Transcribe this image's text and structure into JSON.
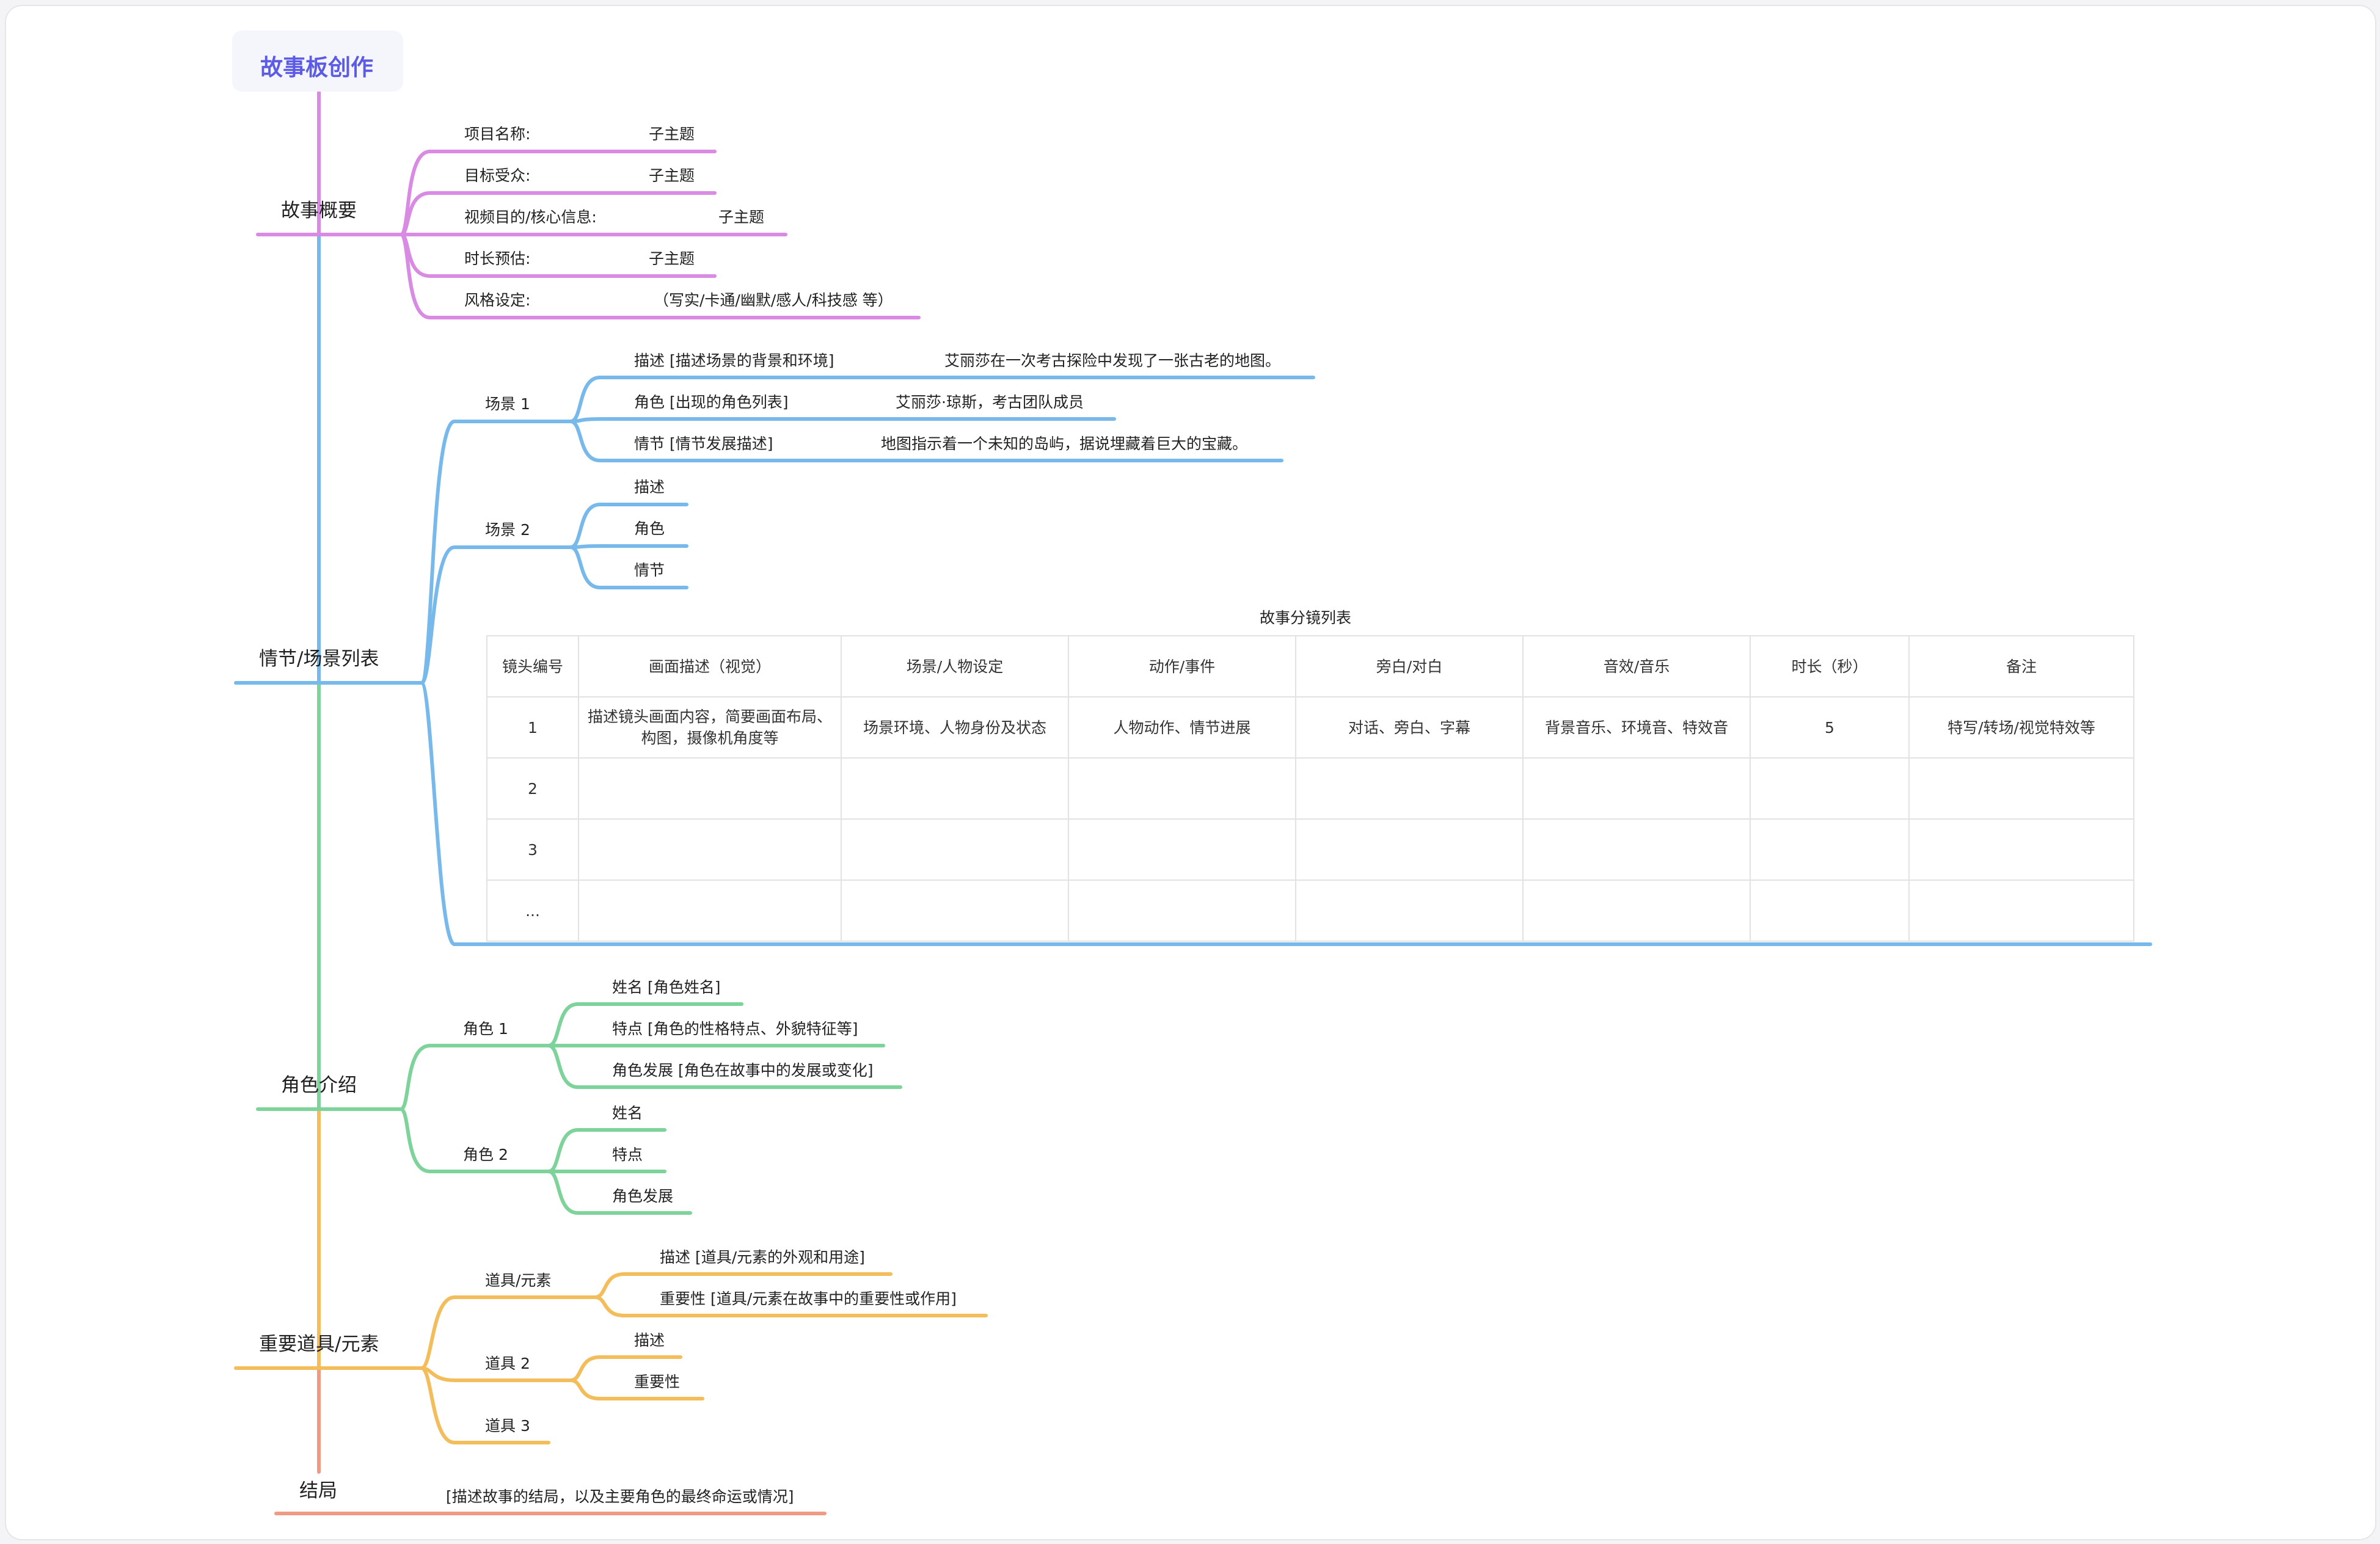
{
  "title": "故事板创作",
  "colors": {
    "pink": "#d98be3",
    "blue": "#78b9ec",
    "green": "#7ed39a",
    "orange": "#f3bd5c",
    "salmon": "#ef9b84",
    "title": "#5b5be6"
  },
  "overview": {
    "label": "故事概要",
    "items": [
      {
        "label": "项目名称:",
        "value": "子主题"
      },
      {
        "label": "目标受众:",
        "value": "子主题"
      },
      {
        "label": "视频目的/核心信息:",
        "value": "子主题"
      },
      {
        "label": "时长预估:",
        "value": "子主题"
      },
      {
        "label": "风格设定:",
        "value": "（写实/卡通/幽默/感人/科技感 等）"
      }
    ]
  },
  "plot": {
    "label": "情节/场景列表",
    "scene1": {
      "label": "场景 1",
      "items": [
        {
          "label": "描述 [描述场景的背景和环境]",
          "value": "艾丽莎在一次考古探险中发现了一张古老的地图。"
        },
        {
          "label": "角色 [出现的角色列表]",
          "value": "艾丽莎·琼斯，考古团队成员"
        },
        {
          "label": "情节 [情节发展描述]",
          "value": "地图指示着一个未知的岛屿，据说埋藏着巨大的宝藏。"
        }
      ]
    },
    "scene2": {
      "label": "场景 2",
      "items": [
        "描述",
        "角色",
        "情节"
      ]
    },
    "table": {
      "title": "故事分镜列表",
      "headers": [
        "镜头编号",
        "画面描述（视觉）",
        "场景/人物设定",
        "动作/事件",
        "旁白/对白",
        "音效/音乐",
        "时长（秒）",
        "备注"
      ],
      "rows": [
        [
          "1",
          "描述镜头画面内容，简要画面布局、构图，摄像机角度等",
          "场景环境、人物身份及状态",
          "人物动作、情节进展",
          "对话、旁白、字幕",
          "背景音乐、环境音、特效音",
          "5",
          "特写/转场/视觉特效等"
        ],
        [
          "2",
          "",
          "",
          "",
          "",
          "",
          "",
          ""
        ],
        [
          "3",
          "",
          "",
          "",
          "",
          "",
          "",
          ""
        ],
        [
          "...",
          "",
          "",
          "",
          "",
          "",
          "",
          ""
        ]
      ]
    }
  },
  "characters": {
    "label": "角色介绍",
    "c1": {
      "label": "角色 1",
      "items": [
        "姓名 [角色姓名]",
        "特点 [角色的性格特点、外貌特征等]",
        "角色发展 [角色在故事中的发展或变化]"
      ]
    },
    "c2": {
      "label": "角色 2",
      "items": [
        "姓名",
        "特点",
        "角色发展"
      ]
    }
  },
  "props": {
    "label": "重要道具/元素",
    "p1": {
      "label": "道具/元素",
      "items": [
        "描述 [道具/元素的外观和用途]",
        "重要性 [道具/元素在故事中的重要性或作用]"
      ]
    },
    "p2": {
      "label": "道具 2",
      "items": [
        "描述",
        "重要性"
      ]
    },
    "p3": {
      "label": "道具 3"
    }
  },
  "ending": {
    "label": "结局",
    "value": "[描述故事的结局，以及主要角色的最终命运或情况]"
  }
}
